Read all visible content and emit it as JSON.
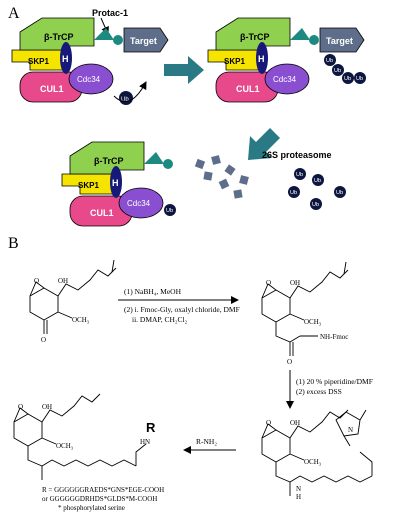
{
  "panels": {
    "a": "A",
    "b": "B"
  },
  "panel_a": {
    "protac": "Protac-1",
    "btrcp": "β-TrCP",
    "skp1": "SKP1",
    "cul1": "CUL1",
    "cdc34": "Cdc34",
    "h": "H",
    "target": "Target",
    "ub": "Ub",
    "proteasome": "26S proteasome",
    "colors": {
      "btrcp": "#8fd14f",
      "skp1": "#f5e400",
      "cul1": "#e8498a",
      "cdc34": "#8a4fd0",
      "h": "#16187a",
      "target": "#5e6e8a",
      "ub": "#0d1640",
      "arrow": "#2a7a86",
      "protac": "#1c8a80"
    }
  },
  "panel_b": {
    "step1": "(1) NaBH₄, MeOH",
    "step2a": "(2) i. Fmoc-Gly, oxalyl chloride, DMF",
    "step2b": "ii. DMAP, CH₂Cl₂",
    "step3": "(1) 20 % piperidine/DMF",
    "step4": "(2) excess DSS",
    "step5": "R-NH₂",
    "oh": "OH",
    "och3": "OCH₃",
    "nhfmoc": "NH-Fmoc",
    "o": "O",
    "n": "N",
    "nh": "N",
    "h": "H",
    "hn": "HN",
    "r": "R",
    "r_def1": "R = GGGGGGRAEDS*GNS*EGE-COOH",
    "r_def2": "or GGGGGGDRHDS*GLDS*M-COOH",
    "r_def3": "* phosphorylated serine"
  }
}
